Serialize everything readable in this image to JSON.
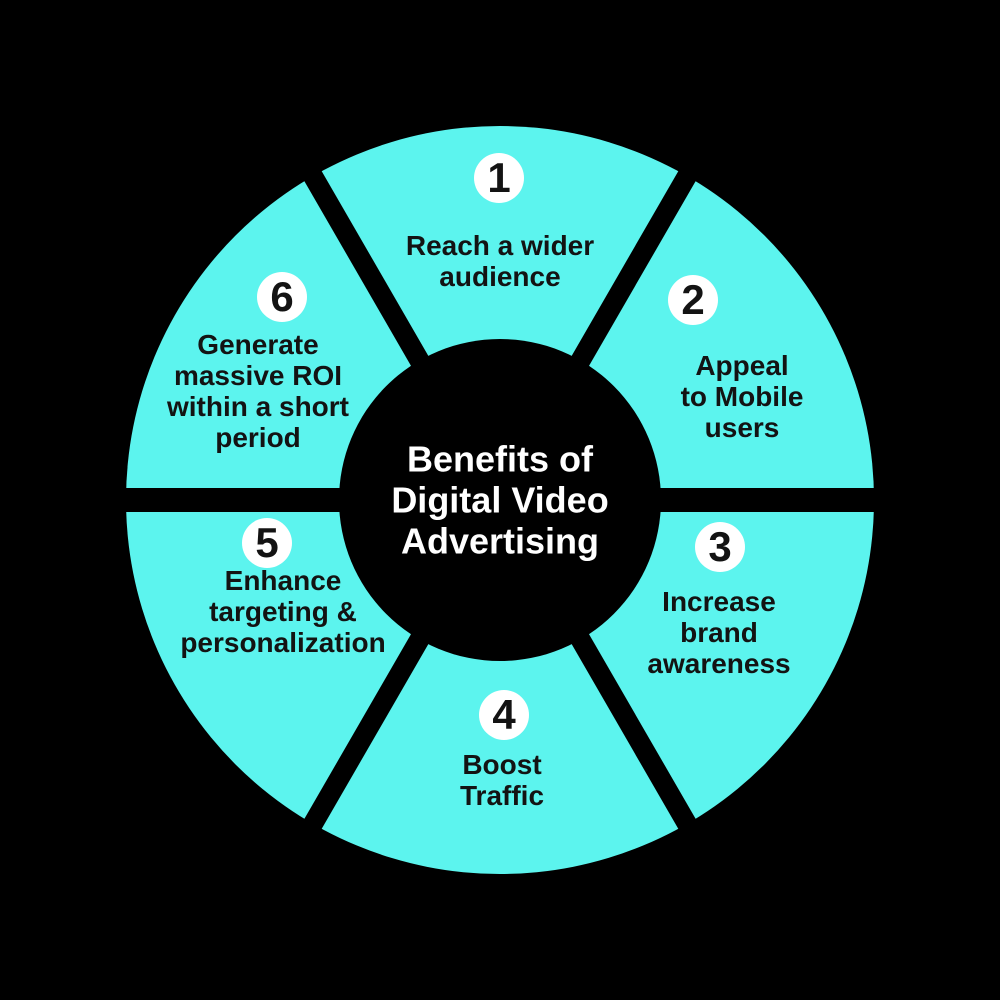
{
  "title": "Benefits of\nDigital Video\nAdvertising",
  "colors": {
    "background": "#000000",
    "ring": "#5CF4EE",
    "divider": "#000000",
    "hub": "#000000",
    "title_text": "#FFFFFF",
    "badge_bg": "#FFFFFF",
    "badge_text": "#131313",
    "label_text": "#131313"
  },
  "segments": [
    {
      "number": "1",
      "label": "Reach a wider\naudience"
    },
    {
      "number": "2",
      "label": "Appeal\nto Mobile\nusers"
    },
    {
      "number": "3",
      "label": "Increase\nbrand\nawareness"
    },
    {
      "number": "4",
      "label": "Boost\nTraffic"
    },
    {
      "number": "5",
      "label": "Enhance\ntargeting &\npersonalization"
    },
    {
      "number": "6",
      "label": "Generate\nmassive ROI\nwithin a short\nperiod"
    }
  ]
}
